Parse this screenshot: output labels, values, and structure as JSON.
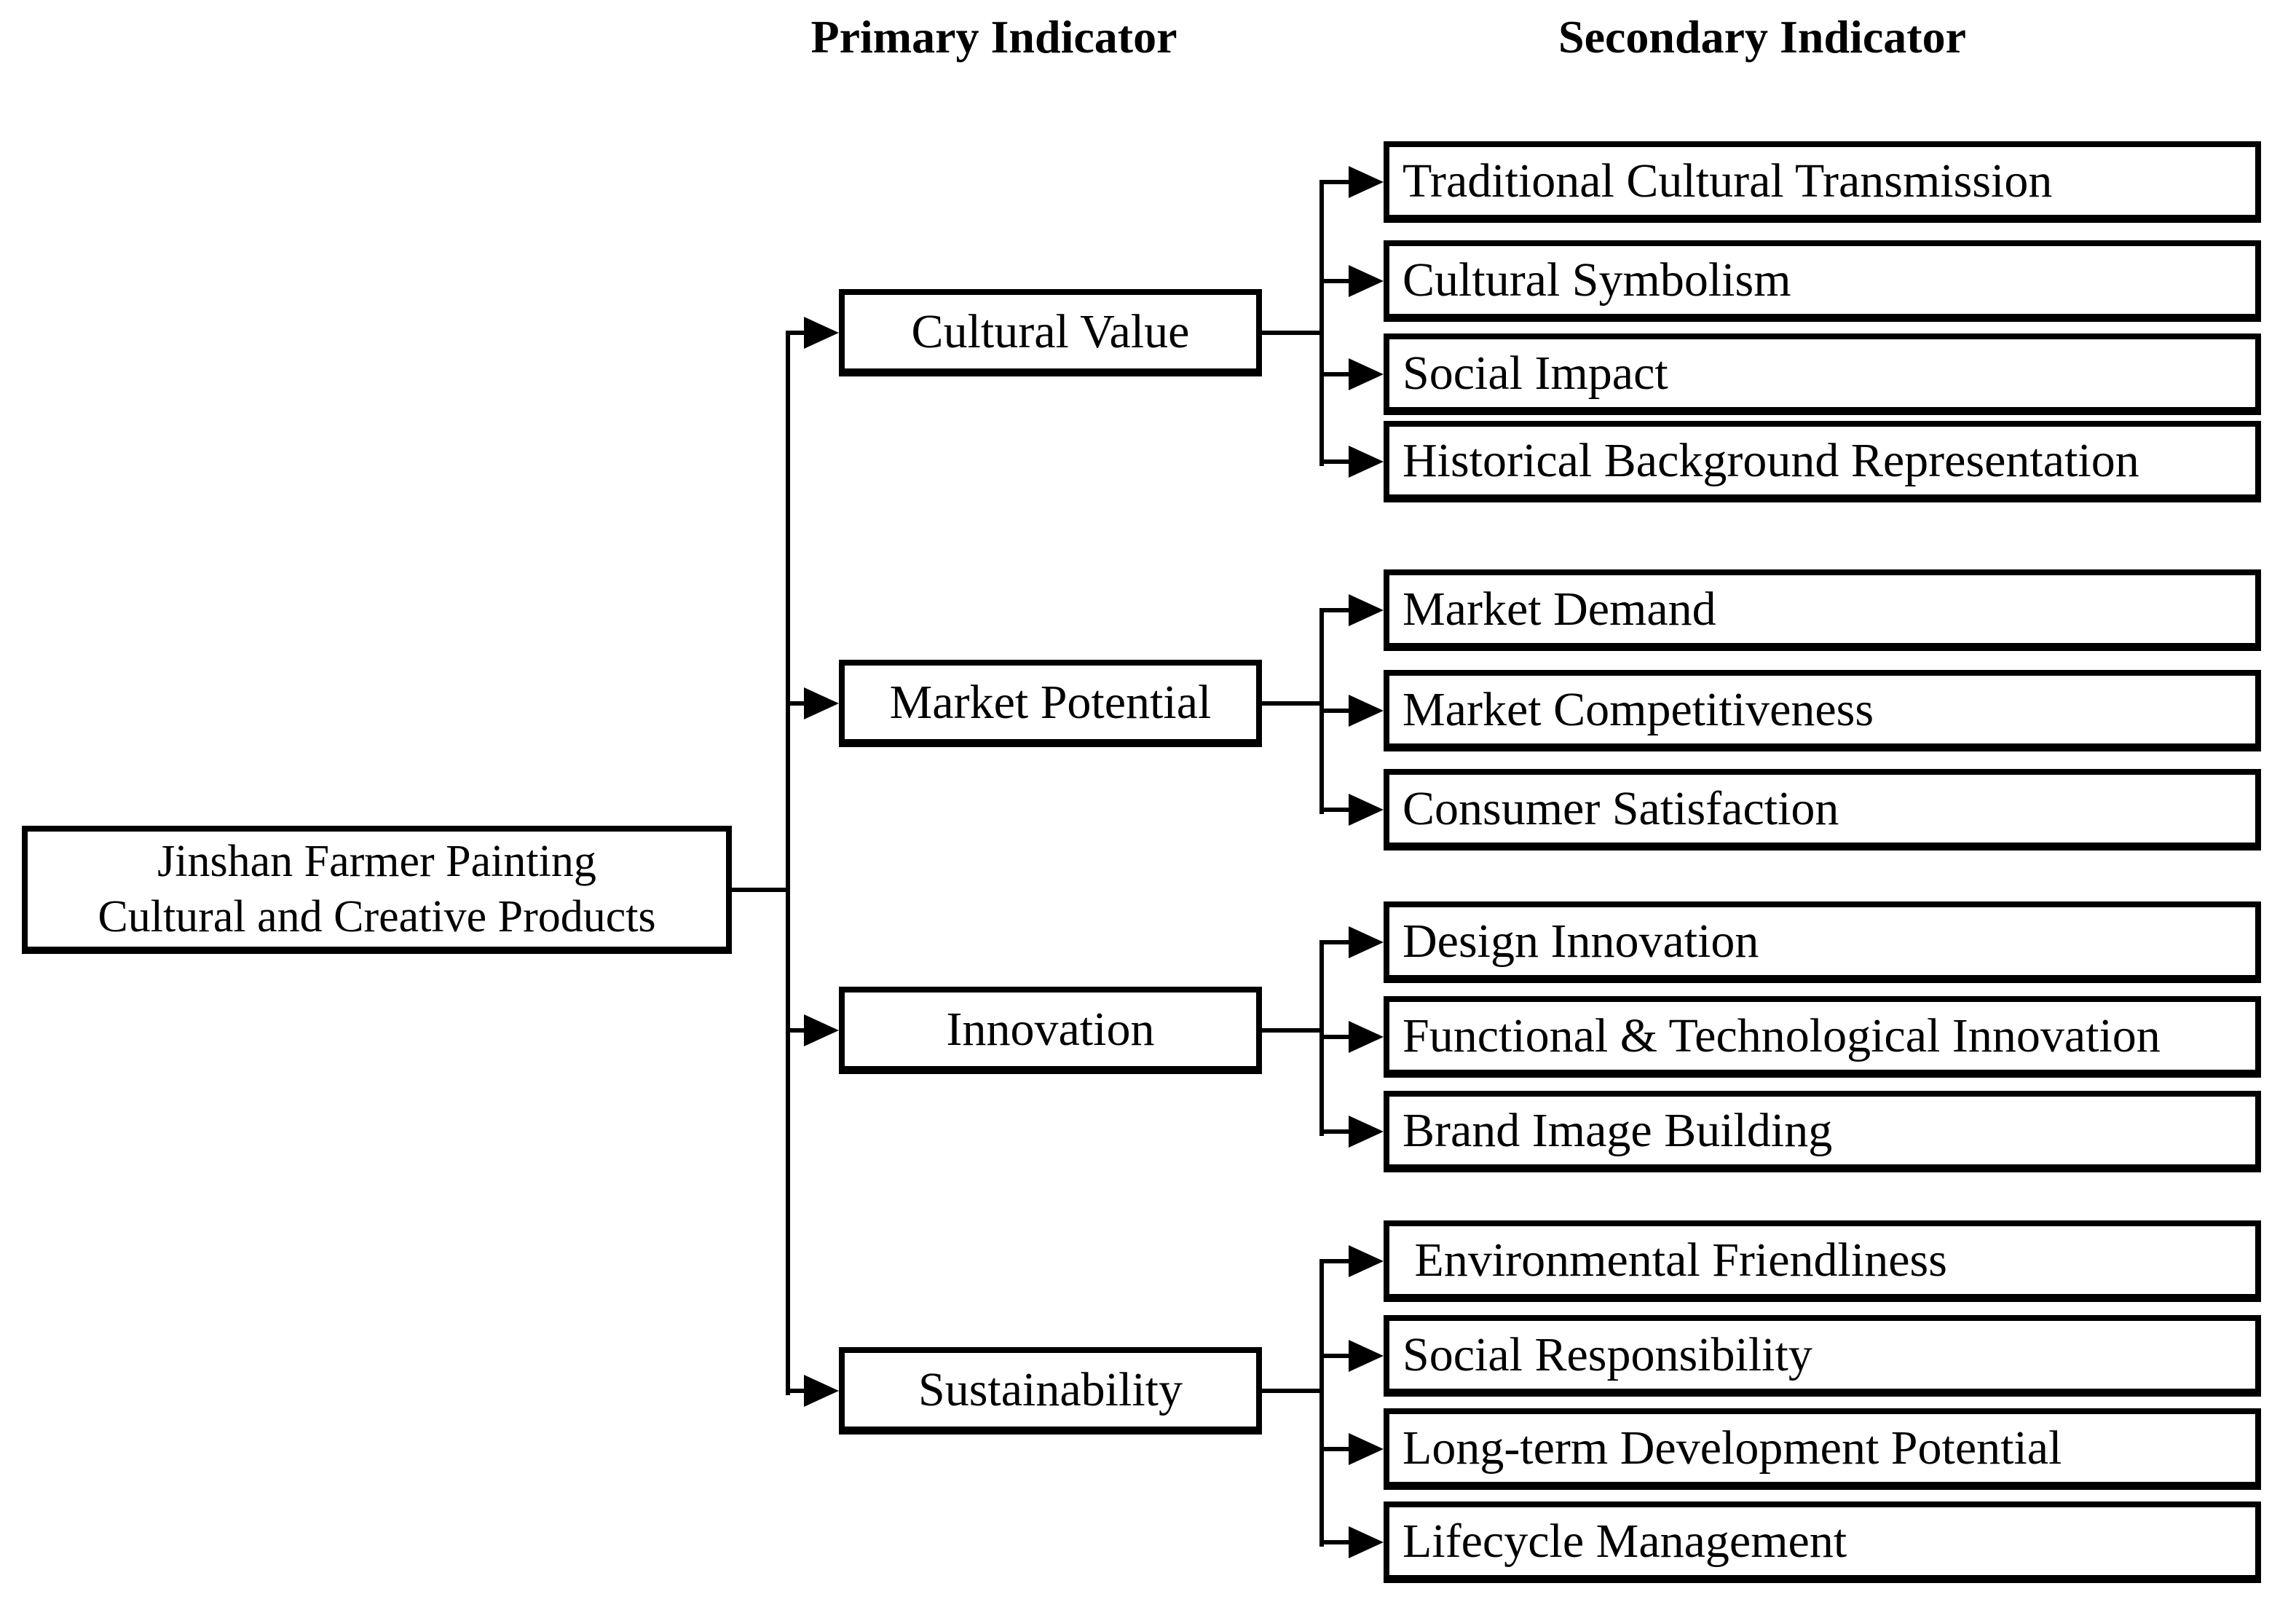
{
  "diagram": {
    "headers": {
      "primary": "Primary Indicator",
      "secondary": "Secondary Indicator"
    },
    "root": {
      "lines": [
        "Jinshan Farmer Painting",
        "Cultural and Creative Products"
      ]
    },
    "groups": [
      {
        "label": "Cultural Value",
        "children": [
          "Traditional Cultural Transmission",
          "Cultural Symbolism",
          "Social Impact",
          "Historical Background Representation"
        ]
      },
      {
        "label": "Market Potential",
        "children": [
          "Market Demand",
          "Market Competitiveness",
          "Consumer Satisfaction"
        ]
      },
      {
        "label": "Innovation",
        "children": [
          "Design Innovation",
          "Functional & Technological Innovation",
          "Brand Image Building"
        ]
      },
      {
        "label": "Sustainability",
        "children": [
          " Environmental Friendliness",
          "Social Responsibility",
          "Long-term Development Potential",
          "Lifecycle Management"
        ]
      }
    ],
    "colors": {
      "line": "#000000",
      "background": "#ffffff",
      "text": "#000000"
    }
  }
}
